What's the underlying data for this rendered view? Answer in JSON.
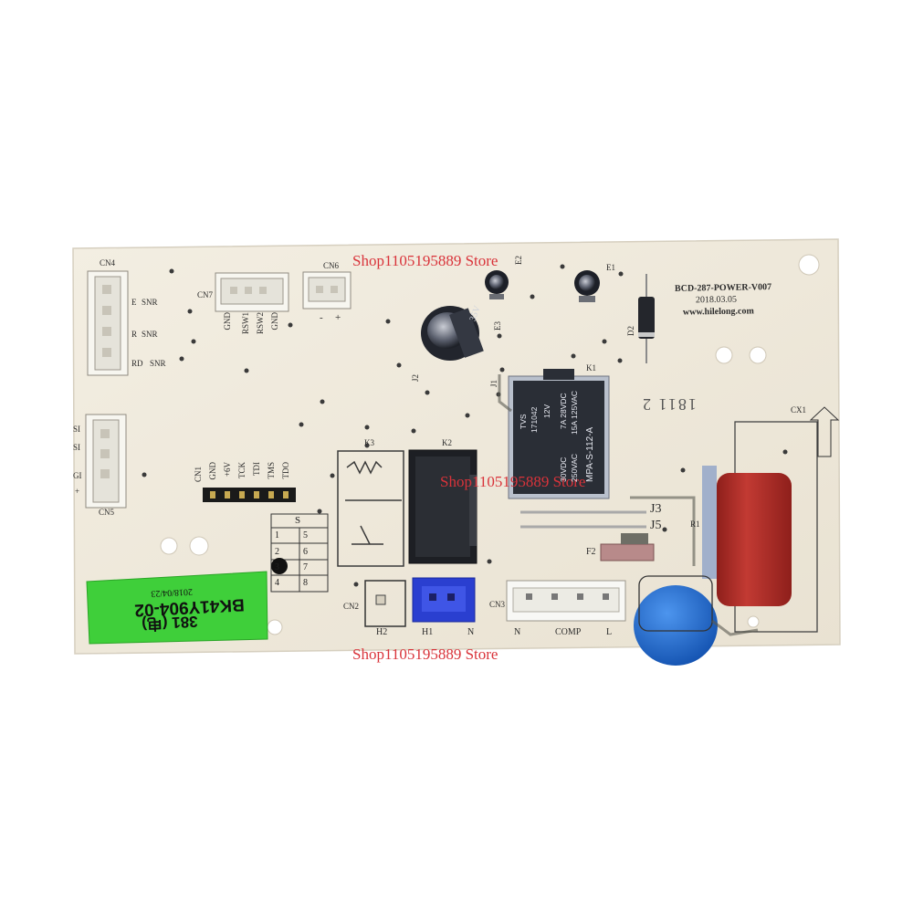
{
  "watermark": "Shop1105195889 Store",
  "board": {
    "model": "BCD-287-POWER-V007",
    "date": "2018.03.05",
    "website": "www.hilelong.com",
    "sticker": {
      "line1": "381  (电)",
      "line2": "BK41Y904-02",
      "line3": "2018/04/23"
    },
    "designators": {
      "cn4": "CN4",
      "cn7": "CN7",
      "cn6": "CN6",
      "cn5": "CN5",
      "cn1": "CN1",
      "cn2": "CN2",
      "cn3": "CN3",
      "e1": "E1",
      "e2": "E2",
      "e3": "E3",
      "d2": "D2",
      "k1": "K1",
      "k2": "K2",
      "k3": "K3",
      "j1": "J1",
      "j2": "J2",
      "j3": "J3",
      "j5": "J5",
      "f2": "F2",
      "r1": "R1",
      "cx1": "CX1",
      "misc": "1811 2"
    },
    "cn4_pins": [
      "E",
      "SNR",
      "R",
      "SNR",
      "RD",
      "SNR"
    ],
    "cn7_pins": [
      "GND",
      "RSW1",
      "RSW2",
      "GND"
    ],
    "cn6_pins": [
      "-",
      "+"
    ],
    "cn1_pins": [
      "GND",
      "+6V",
      "TCK",
      "TDI",
      "TMS",
      "TDO"
    ],
    "cn5_pins": [
      "SI",
      "SI",
      "GI",
      "+"
    ],
    "bottom_pins": {
      "cn2": [
        "H2",
        "H1",
        "N"
      ],
      "cn3": [
        "N",
        "COMP",
        "L"
      ]
    },
    "s_table": {
      "header": "S",
      "rows": [
        [
          "1",
          "5"
        ],
        [
          "2",
          "6"
        ],
        [
          "3",
          "7"
        ],
        [
          "4",
          "8"
        ]
      ]
    },
    "relay": {
      "brand": "TVS",
      "code": "171042",
      "coil": "12V",
      "ratings": [
        "30VDC",
        "7A 28VDC",
        "250VAC",
        "15A 125VAC"
      ],
      "model": "MPA-S-112-A"
    },
    "cap_e3_label": "35V"
  },
  "colors": {
    "pcb": "#efe9dc",
    "sticker": "#3fcf3a",
    "relay": "#2a2e36",
    "capacitor_red": "#b8302c",
    "varistor_blue": "#1e66c8",
    "connector_blue": "#2a3fd0",
    "watermark": "#d9333a"
  }
}
